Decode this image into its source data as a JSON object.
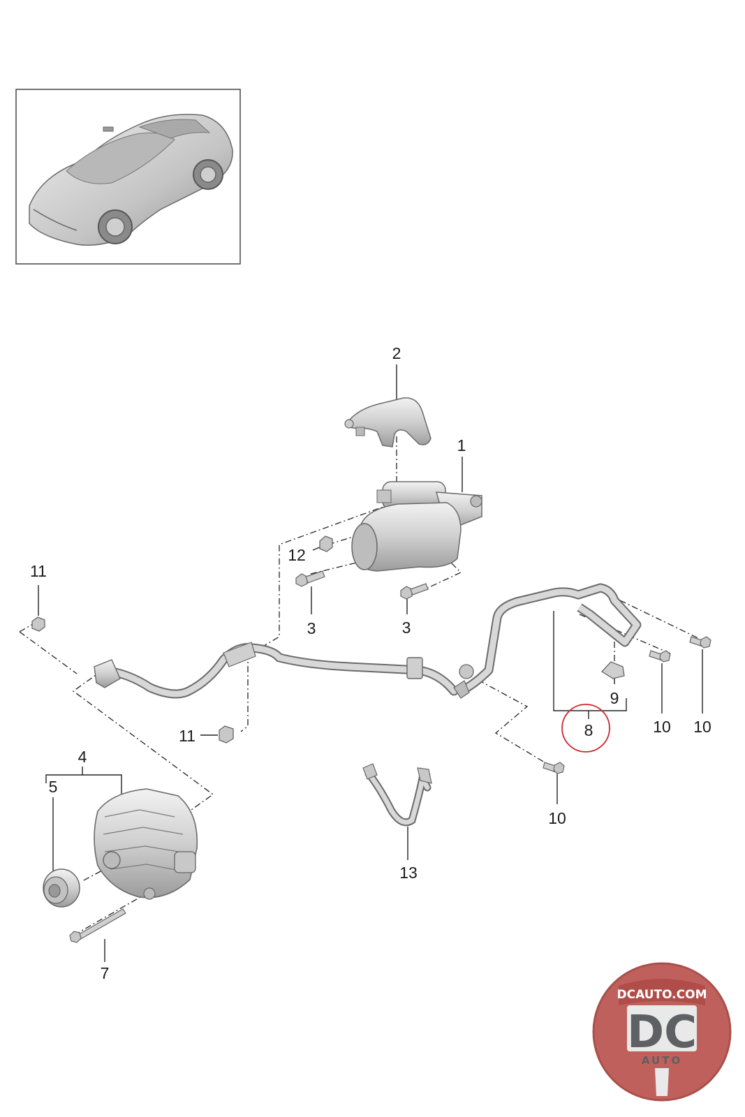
{
  "callouts": {
    "c1": "1",
    "c2": "2",
    "c3a": "3",
    "c3b": "3",
    "c4": "4",
    "c5": "5",
    "c7": "7",
    "c8": "8",
    "c9": "9",
    "c10a": "10",
    "c10b": "10",
    "c10c": "10",
    "c11a": "11",
    "c11b": "11",
    "c12": "12",
    "c13": "13"
  },
  "highlight": {
    "callout": "8",
    "color": "#d0262b"
  },
  "logo": {
    "top_text": "DCAUTO.COM",
    "main_text": "DC",
    "sub_text": "AUTO",
    "bg_color": "#c0605c",
    "text_color": "#5e6063"
  },
  "colors": {
    "line": "#222222",
    "part_fill": "#d2d2d2",
    "part_stroke": "#6a6a6a"
  }
}
